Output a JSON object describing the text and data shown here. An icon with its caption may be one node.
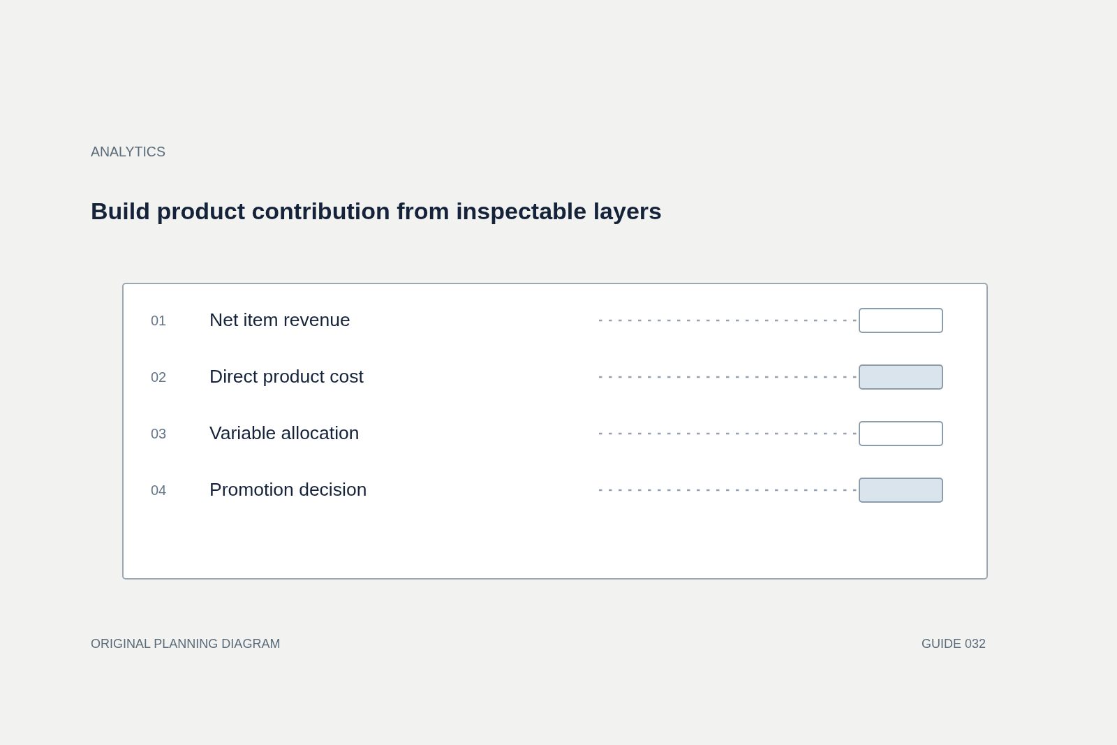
{
  "diagram": {
    "title": "Build product contribution from inspectable layers",
    "nodes": [
      {
        "text": [],
        "shape": "box"
      },
      {
        "text": [],
        "shape": "box",
        "in": 0
      },
      {
        "text": [],
        "shape": "box",
        "in": 0
      },
      {
        "text": [],
        "shape": "box",
        "in": 0
      },
      {
        "text": [],
        "shape": "box",
        "in": 0
      }
    ],
    "edges": [
      {
        "from": null,
        "to": 1,
        "arrow": "none",
        "style": "dashed"
      },
      {
        "from": null,
        "to": 2,
        "arrow": "none",
        "style": "dashed"
      },
      {
        "from": null,
        "to": 3,
        "arrow": "none",
        "style": "dashed"
      },
      {
        "from": null,
        "to": 4,
        "arrow": "none",
        "style": "dashed"
      }
    ],
    "labels": [
      "ANALYTICS",
      "01",
      "Net item revenue",
      "02",
      "Direct product cost",
      "03",
      "Variable allocation",
      "04",
      "Promotion decision",
      "ORIGINAL PLANNING DIAGRAM",
      "GUIDE 032"
    ]
  }
}
